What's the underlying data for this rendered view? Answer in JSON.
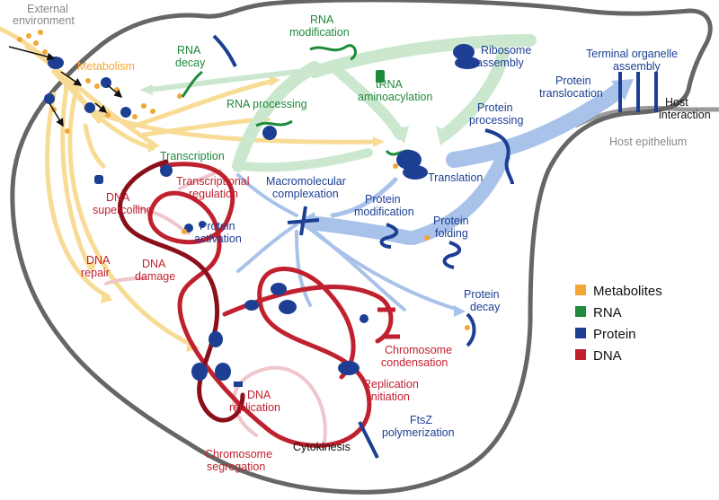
{
  "colors": {
    "metabolite": "#f2a735",
    "rna": "#1e8a3c",
    "protein": "#1c3f94",
    "dna": "#c0212f",
    "dna_dark": "#8a0f1a",
    "membrane": "#666666",
    "host": "#8a8a8a",
    "flow_metabolite": "#f8dc96",
    "flow_rna": "#cbe8cf",
    "flow_protein": "#a9c2ea",
    "flow_dna": "#eec6cb"
  },
  "labels": {
    "external_environment": [
      "External",
      "environment"
    ],
    "metabolism": "Metabolism",
    "rna_decay": [
      "RNA",
      "decay"
    ],
    "rna_modification": [
      "RNA",
      "modification"
    ],
    "ribosome_assembly": [
      "Ribosome",
      "assembly"
    ],
    "terminal_organelle_assembly": [
      "Terminal organelle",
      "assembly"
    ],
    "protein_translocation": [
      "Protein",
      "translocation"
    ],
    "host_interaction": [
      "Host",
      "interaction"
    ],
    "host_epithelium": "Host epithelium",
    "trna_aminoacylation": [
      "tRNA",
      "aminoacylation"
    ],
    "rna_processing": "RNA processing",
    "protein_processing": [
      "Protein",
      "processing"
    ],
    "transcription": "Transcription",
    "translation": "Translation",
    "transcriptional_regulation": [
      "Transcriptional",
      "regulation"
    ],
    "macromolecular_complexation": [
      "Macromolecular",
      "complexation"
    ],
    "dna_supercoiling": [
      "DNA",
      "supercoiling"
    ],
    "protein_activation": [
      "Protein",
      "activation"
    ],
    "protein_modification": [
      "Protein",
      "modification"
    ],
    "protein_folding": [
      "Protein",
      "folding"
    ],
    "dna_repair": [
      "DNA",
      "repair"
    ],
    "dna_damage": [
      "DNA",
      "damage"
    ],
    "protein_decay": [
      "Protein",
      "decay"
    ],
    "chromosome_condensation": [
      "Chromosome",
      "condensation"
    ],
    "dna_replication": [
      "DNA",
      "replication"
    ],
    "replication_initiation": [
      "Replication",
      "initiation"
    ],
    "ftsz_polymerization": [
      "FtsZ",
      "polymerization"
    ],
    "chromosome_segregation": [
      "Chromosome",
      "segregation"
    ],
    "cytokinesis": "Cytokinesis"
  },
  "legend": [
    {
      "label": "Metabolites",
      "color": "#f2a735"
    },
    {
      "label": "RNA",
      "color": "#1e8a3c"
    },
    {
      "label": "Protein",
      "color": "#1c3f94"
    },
    {
      "label": "DNA",
      "color": "#c0212f"
    }
  ]
}
